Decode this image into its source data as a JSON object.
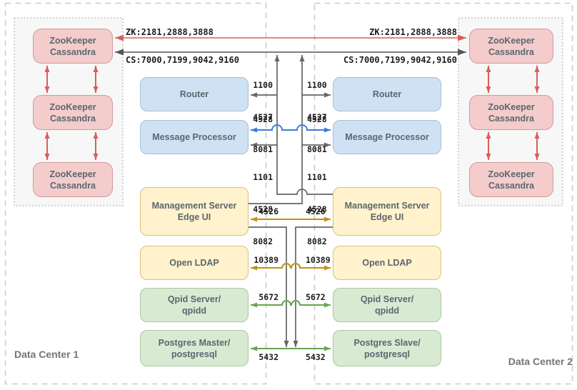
{
  "colors": {
    "red": "#d95f58",
    "dark": "#555555",
    "gray": "#666666",
    "blue": "#3d7bdd",
    "gold": "#c19310",
    "green": "#67a553",
    "dcborder": "#cbcbcb",
    "dotborder": "#b5b5b5",
    "dotfill": "#f7f7f7",
    "pinkfill": "#f4cccc",
    "pinkborder": "#cf9a9a",
    "bluefill": "#cfe2f3",
    "blueborder": "#a8bed3",
    "yellowfill": "#fff2cc",
    "yellowborder": "#d9c07e",
    "greenfill": "#d9ead3",
    "greenborder": "#a9c79e",
    "text": "#5b6770",
    "label": "#1d1d1d",
    "dclabel": "#757575"
  },
  "datacenters": {
    "left": "Data Center 1",
    "right": "Data Center 2"
  },
  "links": {
    "zk": "ZK:2181,2888,3888",
    "cs": "CS:7000,7199,9042,9160"
  },
  "zk_node": {
    "line1": "ZooKeeper",
    "line2": "Cassandra"
  },
  "nodes": {
    "router": "Router",
    "mp": "Message Processor",
    "mgmt": {
      "line1": "Management Server",
      "line2": "Edge UI"
    },
    "ldap": "Open LDAP",
    "qpid": {
      "line1": "Qpid Server/",
      "line2": "qpidd"
    },
    "pg_master": {
      "line1": "Postgres Master/",
      "line2": "postgresql"
    },
    "pg_slave": {
      "line1": "Postgres Slave/",
      "line2": "postgresql"
    }
  },
  "ports": {
    "router_group": [
      "1100",
      "4527",
      "8081"
    ],
    "mp": "4528",
    "mp_group": [
      "1101",
      "4528",
      "8082"
    ],
    "mgmt": "4526",
    "ldap": "10389",
    "qpid": "5672",
    "postgres": "5432"
  }
}
